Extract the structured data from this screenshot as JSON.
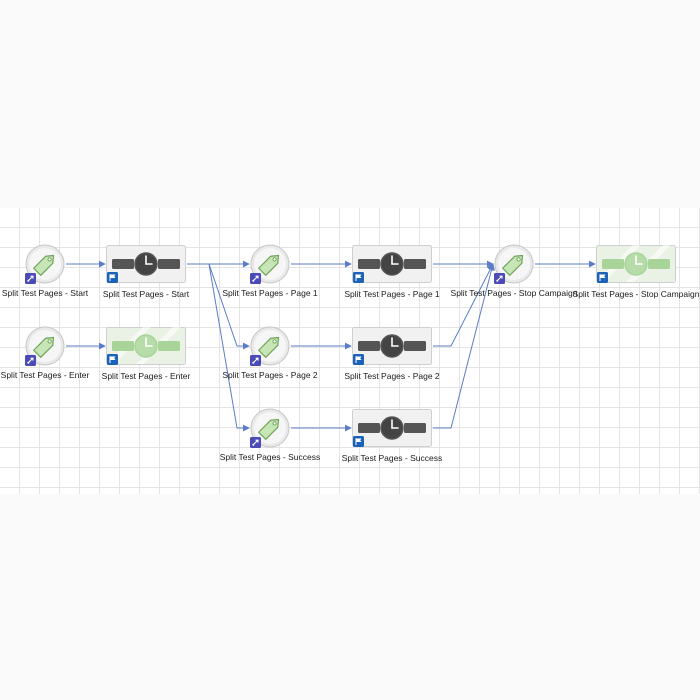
{
  "colors": {
    "link": "#5b7cc7",
    "tag_badge": "#4a4ab8",
    "flag_badge": "#1c62b8",
    "active_timer": "#555555",
    "inactive_timer": "#a8d49a"
  },
  "nodes": [
    {
      "id": "tag-start",
      "kind": "tag-icon",
      "label": "Split Test Pages - Start"
    },
    {
      "id": "timer-start",
      "kind": "timer-active",
      "label": "Split Test Pages - Start"
    },
    {
      "id": "tag-page1",
      "kind": "tag-icon",
      "label": "Split Test Pages - Page 1"
    },
    {
      "id": "timer-page1",
      "kind": "timer-active",
      "label": "Split Test Pages - Page 1"
    },
    {
      "id": "tag-stop",
      "kind": "tag-icon",
      "label": "Split Test Pages - Stop Campaign"
    },
    {
      "id": "timer-stop",
      "kind": "timer-inactive",
      "label": "Split Test Pages - Stop Campaign"
    },
    {
      "id": "tag-enter",
      "kind": "tag-icon",
      "label": "Split Test Pages - Enter"
    },
    {
      "id": "timer-enter",
      "kind": "timer-inactive",
      "label": "Split Test Pages - Enter"
    },
    {
      "id": "tag-page2",
      "kind": "tag-icon",
      "label": "Split Test Pages - Page 2"
    },
    {
      "id": "timer-page2",
      "kind": "timer-active",
      "label": "Split Test Pages - Page 2"
    },
    {
      "id": "tag-success",
      "kind": "tag-icon",
      "label": "Split Test Pages - Success"
    },
    {
      "id": "timer-success",
      "kind": "timer-active",
      "label": "Split Test Pages - Success"
    }
  ],
  "links": [
    [
      "tag-start",
      "timer-start"
    ],
    [
      "timer-start",
      "tag-page1"
    ],
    [
      "timer-start",
      "tag-page2"
    ],
    [
      "timer-start",
      "tag-success"
    ],
    [
      "tag-page1",
      "timer-page1"
    ],
    [
      "tag-page2",
      "timer-page2"
    ],
    [
      "tag-success",
      "timer-success"
    ],
    [
      "timer-page1",
      "tag-stop"
    ],
    [
      "timer-page2",
      "tag-stop"
    ],
    [
      "timer-success",
      "tag-stop"
    ],
    [
      "tag-stop",
      "timer-stop"
    ],
    [
      "tag-enter",
      "timer-enter"
    ]
  ]
}
